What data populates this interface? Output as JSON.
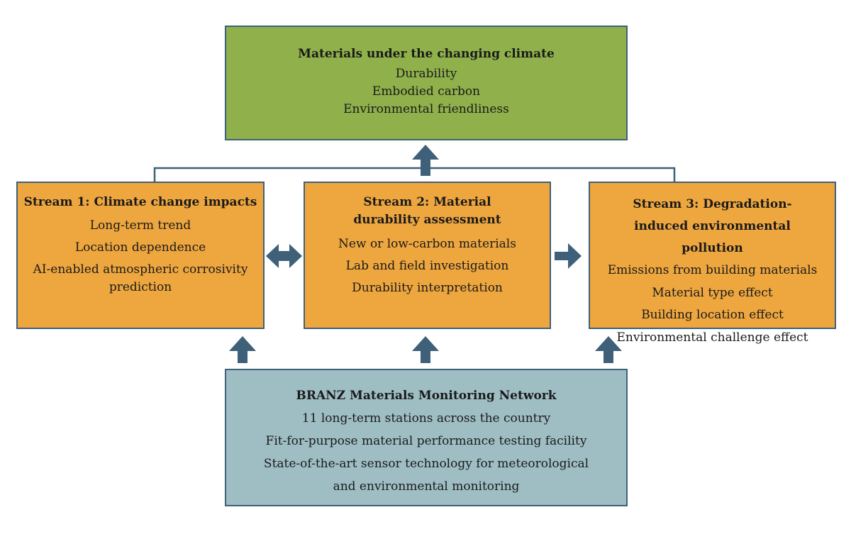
{
  "top": {
    "title": "Materials under the changing climate",
    "items": [
      "Durability",
      "Embodied carbon",
      "Environmental friendliness"
    ]
  },
  "streams": [
    {
      "title": "Stream 1: Climate change impacts",
      "items": [
        "Long-term trend",
        "Location dependence",
        "AI-enabled atmospheric corrosivity prediction"
      ]
    },
    {
      "title": "Stream 2: Material durability assessment",
      "items": [
        "New or low-carbon materials",
        "Lab and field investigation",
        "Durability interpretation"
      ]
    },
    {
      "title": "Stream 3: Degradation-induced environmental pollution",
      "items": [
        "Emissions from building materials",
        "Material type effect",
        "Building location effect",
        "Environmental challenge effect"
      ]
    }
  ],
  "bottom": {
    "title": "BRANZ Materials Monitoring Network",
    "items": [
      "11 long-term stations across the country",
      "Fit-for-purpose material performance testing facility",
      "State-of-the-art sensor technology for meteorological",
      "and environmental monitoring"
    ]
  },
  "colors": {
    "top_fill": "#8fb04a",
    "stream_fill": "#eea63f",
    "bottom_fill": "#9ebec4",
    "border": "#3f6079",
    "arrow": "#3f6079"
  }
}
